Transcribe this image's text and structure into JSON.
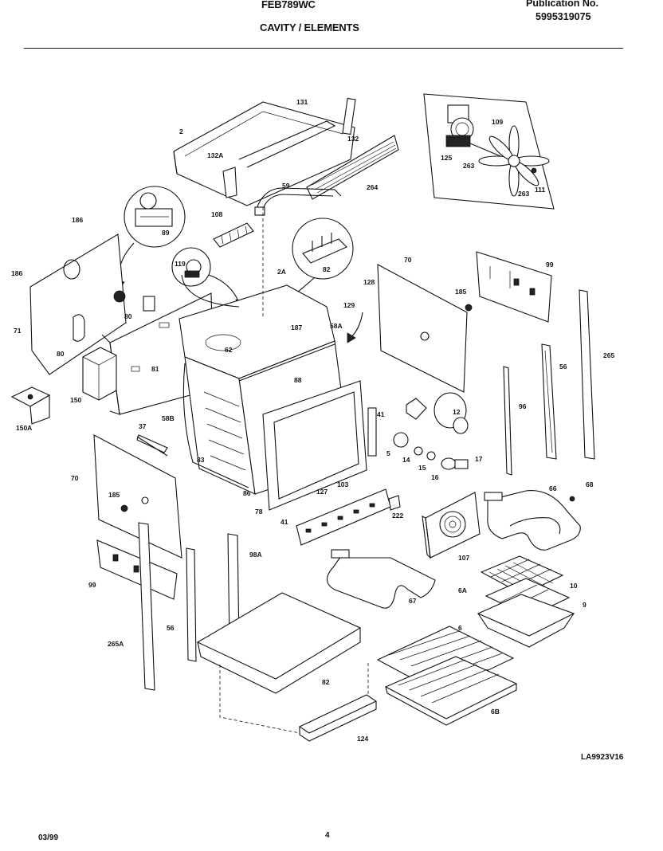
{
  "header": {
    "model": "FEB789WC",
    "title": "CAVITY / ELEMENTS",
    "publication_label": "Publication No.",
    "publication_number": "5995319075"
  },
  "footer": {
    "date": "03/99",
    "page": "4",
    "drawing_code": "LA9923V16"
  },
  "part_labels": {
    "p131": "131",
    "p2": "2",
    "p132": "132",
    "p132a": "132A",
    "p59": "59",
    "p264": "264",
    "p109": "109",
    "p125": "125",
    "p263a": "263",
    "p263b": "263",
    "p111": "111",
    "p186a": "186",
    "p186b": "186",
    "p89a": "89",
    "p108": "108",
    "p119": "119",
    "p82a": "82",
    "p2a": "2A",
    "p70a": "70",
    "p128": "128",
    "p129": "129",
    "p185a": "185",
    "p99a": "99",
    "p71": "71",
    "p80a": "80",
    "p80b": "80",
    "p187": "187",
    "p58a": "58A",
    "p62": "62",
    "p81": "81",
    "p88": "88",
    "p150": "150",
    "p150a": "150A",
    "p58b": "58B",
    "p37": "37",
    "p41a": "41",
    "p12": "12",
    "p96": "96",
    "p56a": "56",
    "p265": "265",
    "p70b": "70",
    "p185b": "185",
    "p83": "83",
    "p86": "86",
    "p78": "78",
    "p127": "127",
    "p103": "103",
    "p41b": "41",
    "p5": "5",
    "p14": "14",
    "p15": "15",
    "p16": "16",
    "p17": "17",
    "p222": "222",
    "p66": "66",
    "p68": "68",
    "p99b": "99",
    "p98a": "98A",
    "p107": "107",
    "p67": "67",
    "p6a": "6A",
    "p10": "10",
    "p9": "9",
    "p56b": "56",
    "p265a": "265A",
    "p82b": "82",
    "p6": "6",
    "p6b": "6B",
    "p124": "124"
  }
}
